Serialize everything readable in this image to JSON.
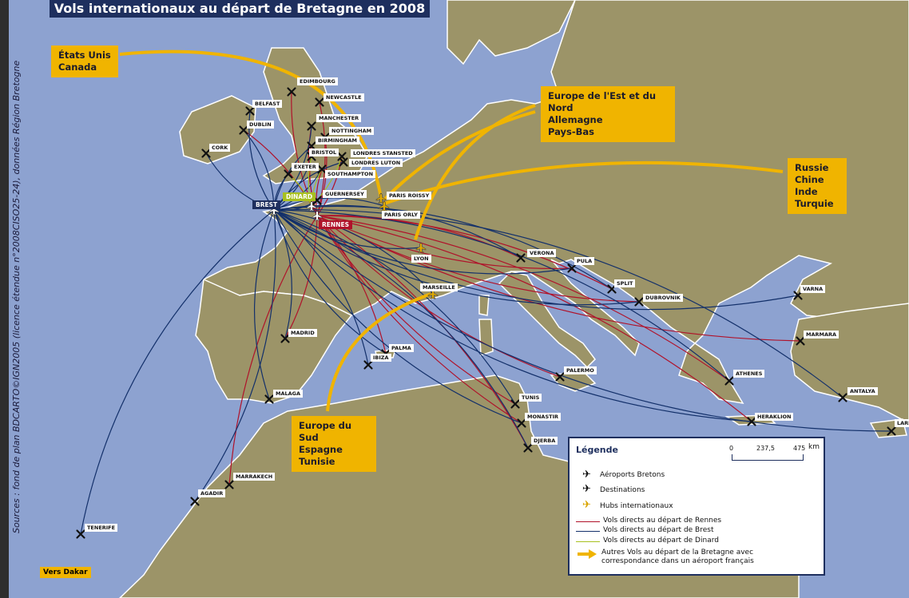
{
  "title": "Vols internationaux au départ de  Bretagne en 2008",
  "sources": "Sources : fond de plan BDCARTO©IGN2005 (licence étendue  n°2008CISO25-24), données Région Bretogne",
  "colors": {
    "sea": "#8da2d0",
    "land": "#9c9468",
    "rennes": "#b0122a",
    "brest": "#13306a",
    "dinard": "#a8c020",
    "hub_arrow": "#f0b400"
  },
  "breton_airports": [
    "BREST",
    "DINARD",
    "RENNES"
  ],
  "hubs": [
    "PARIS ROISSY",
    "PARIS ORLY",
    "LYON",
    "MARSEILLE"
  ],
  "destinations": [
    "EDIMBOURG",
    "NEWCASTLE",
    "BELFAST",
    "DUBLIN",
    "CORK",
    "MANCHESTER",
    "NOTTINGHAM",
    "BIRMINGHAM",
    "BRISTOL",
    "LONDRES STANSTED",
    "LONDRES LUTON",
    "EXETER",
    "SOUTHAMPTON",
    "GUERNERSEY",
    "VERONA",
    "PULA",
    "SPLIT",
    "DUBROVNIK",
    "VARNA",
    "MARMARA",
    "ATHENES",
    "ANTALYA",
    "LARN",
    "HERAKLION",
    "PALERMO",
    "TUNIS",
    "MONASTIR",
    "DJERBA",
    "PALMA",
    "IBIZA",
    "MADRID",
    "MALAGA",
    "MARRAKECH",
    "AGADIR",
    "TENERIFE"
  ],
  "routes": {
    "RENNES": [
      "EDIMBOURG",
      "NEWCASTLE",
      "MANCHESTER",
      "NOTTINGHAM",
      "BIRMINGHAM",
      "LONDRES STANSTED",
      "SOUTHAMPTON",
      "DUBLIN",
      "MADRID",
      "MARRAKECH",
      "PALMA",
      "TUNIS",
      "DJERBA",
      "PALERMO",
      "ATHENES",
      "MARMARA",
      "SPLIT",
      "DUBROVNIK",
      "VERONA",
      "PULA",
      "HERAKLION",
      "MONASTIR"
    ],
    "BREST": [
      "CORK",
      "DUBLIN",
      "BELFAST",
      "MANCHESTER",
      "BIRMINGHAM",
      "BRISTOL",
      "EXETER",
      "SOUTHAMPTON",
      "LONDRES LUTON",
      "GUERNERSEY",
      "PARIS ORLY",
      "LYON",
      "MARSEILLE",
      "MALAGA",
      "AGADIR",
      "TENERIFE",
      "IBIZA",
      "PALMA",
      "TUNIS",
      "MONASTIR",
      "DJERBA",
      "VARNA",
      "ANTALYA",
      "LARN",
      "ATHENES",
      "HERAKLION",
      "SPLIT",
      "PULA",
      "VERONA",
      "DUBROVNIK",
      "MADRID"
    ],
    "DINARD": [
      "BRISTOL",
      "EXETER",
      "SOUTHAMPTON",
      "LONDRES STANSTED"
    ]
  },
  "correspondence_boxes": [
    {
      "lines": [
        "États Unis",
        "Canada"
      ]
    },
    {
      "lines": [
        "Europe de l'Est et du Nord",
        "Allemagne",
        "Pays-Bas"
      ]
    },
    {
      "lines": [
        "Russie",
        "Chine",
        "Inde",
        "Turquie"
      ]
    },
    {
      "lines": [
        "Europe du Sud",
        "Espagne",
        "Tunisie"
      ]
    }
  ],
  "vers_dakar": "Vers Dakar",
  "legend": {
    "title": "Légende",
    "scale": [
      "0",
      "237,5",
      "475"
    ],
    "scale_unit": "km",
    "items": [
      "Aéroports Bretons",
      "Destinations",
      "Hubs internationaux",
      "Vols directs au départ de Rennes",
      "Vols directs au départ de Brest",
      "Vols directs au départ de Dinard"
    ],
    "arrow_text": [
      "Autres Vols au départ de la Bretagne avec",
      "correspondance dans un aéroport français"
    ]
  }
}
